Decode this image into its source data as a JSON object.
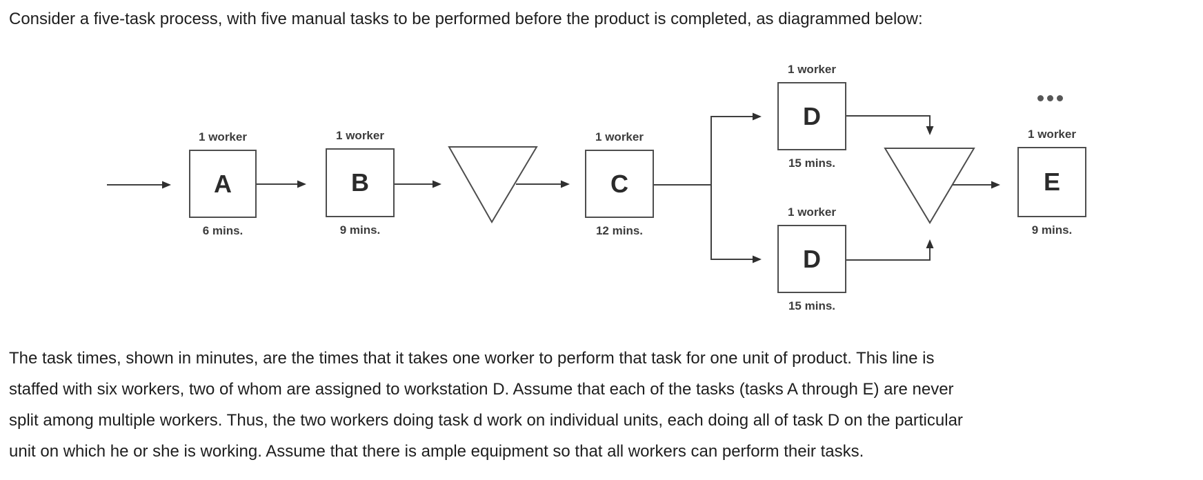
{
  "intro_text": "Consider a five-task process, with five manual tasks to be performed before the product is completed, as diagrammed below:",
  "diagram": {
    "stations": [
      {
        "letter": "A",
        "workers": "1 worker",
        "time": "6 mins."
      },
      {
        "letter": "B",
        "workers": "1 worker",
        "time": "9 mins."
      },
      {
        "letter": "C",
        "workers": "1 worker",
        "time": "12 mins."
      },
      {
        "letter": "D",
        "workers": "1 worker",
        "time": "15 mins."
      },
      {
        "letter": "D",
        "workers": "1 worker",
        "time": "15 mins."
      },
      {
        "letter": "E",
        "workers": "1 worker",
        "time": "9 mins."
      }
    ],
    "icons": {
      "inventory_buffer": "inverted-triangle",
      "more_indicator": "ellipsis-dots"
    }
  },
  "body_lines": [
    "The task times, shown in minutes, are the times that it takes one worker to perform that task for one unit of product. This line is",
    "staffed with six workers, two of whom are assigned to workstation D. Assume that each of the tasks (tasks A through E) are never",
    "split among multiple workers. Thus, the two workers doing task d work on individual units, each doing all of task D on the particular",
    "unit on which he or she is working. Assume that there is ample equipment so that all workers can perform their tasks."
  ],
  "colors": {
    "text": "#1e1e1e",
    "line": "#3f3f3f",
    "box_border": "#4d4d4d",
    "dots": "#575757"
  }
}
